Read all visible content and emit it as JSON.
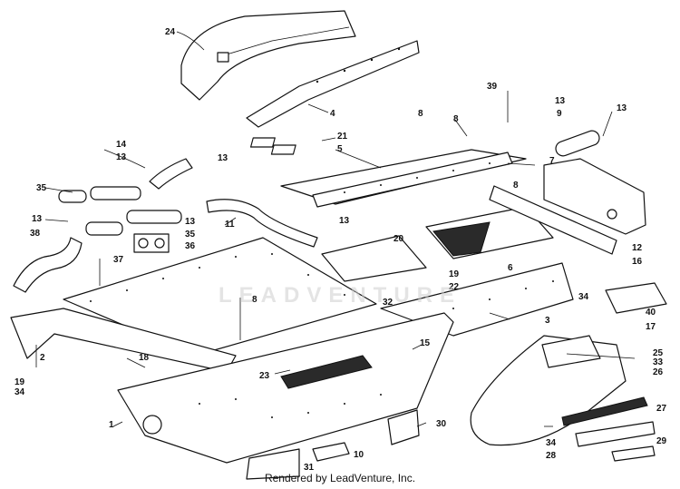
{
  "watermark": "LEADVENTURE",
  "credit": "Rendered by LeadVenture, Inc.",
  "callouts": {
    "c1": "1",
    "c2": "2",
    "c3": "3",
    "c4": "4",
    "c5": "5",
    "c6": "6",
    "c7": "7",
    "c8a": "8",
    "c8b": "8",
    "c8c": "8",
    "c8d": "8",
    "c9": "9",
    "c10": "10",
    "c11": "11",
    "c12": "12",
    "c13a": "13",
    "c13b": "13",
    "c13c": "13",
    "c13d": "13",
    "c13e": "13",
    "c13f": "13",
    "c13g": "13",
    "c14": "14",
    "c15": "15",
    "c16": "16",
    "c17": "17",
    "c18": "18",
    "c19a": "19",
    "c19b": "19",
    "c20": "20",
    "c21": "21",
    "c22": "22",
    "c23": "23",
    "c24": "24",
    "c25": "25",
    "c26": "26",
    "c27": "27",
    "c28": "28",
    "c29": "29",
    "c30": "30",
    "c31": "31",
    "c32": "32",
    "c33": "33",
    "c34a": "34",
    "c34b": "34",
    "c34c": "34",
    "c35a": "35",
    "c35b": "35",
    "c36": "36",
    "c37": "37",
    "c38": "38",
    "c39": "39",
    "c40": "40"
  }
}
